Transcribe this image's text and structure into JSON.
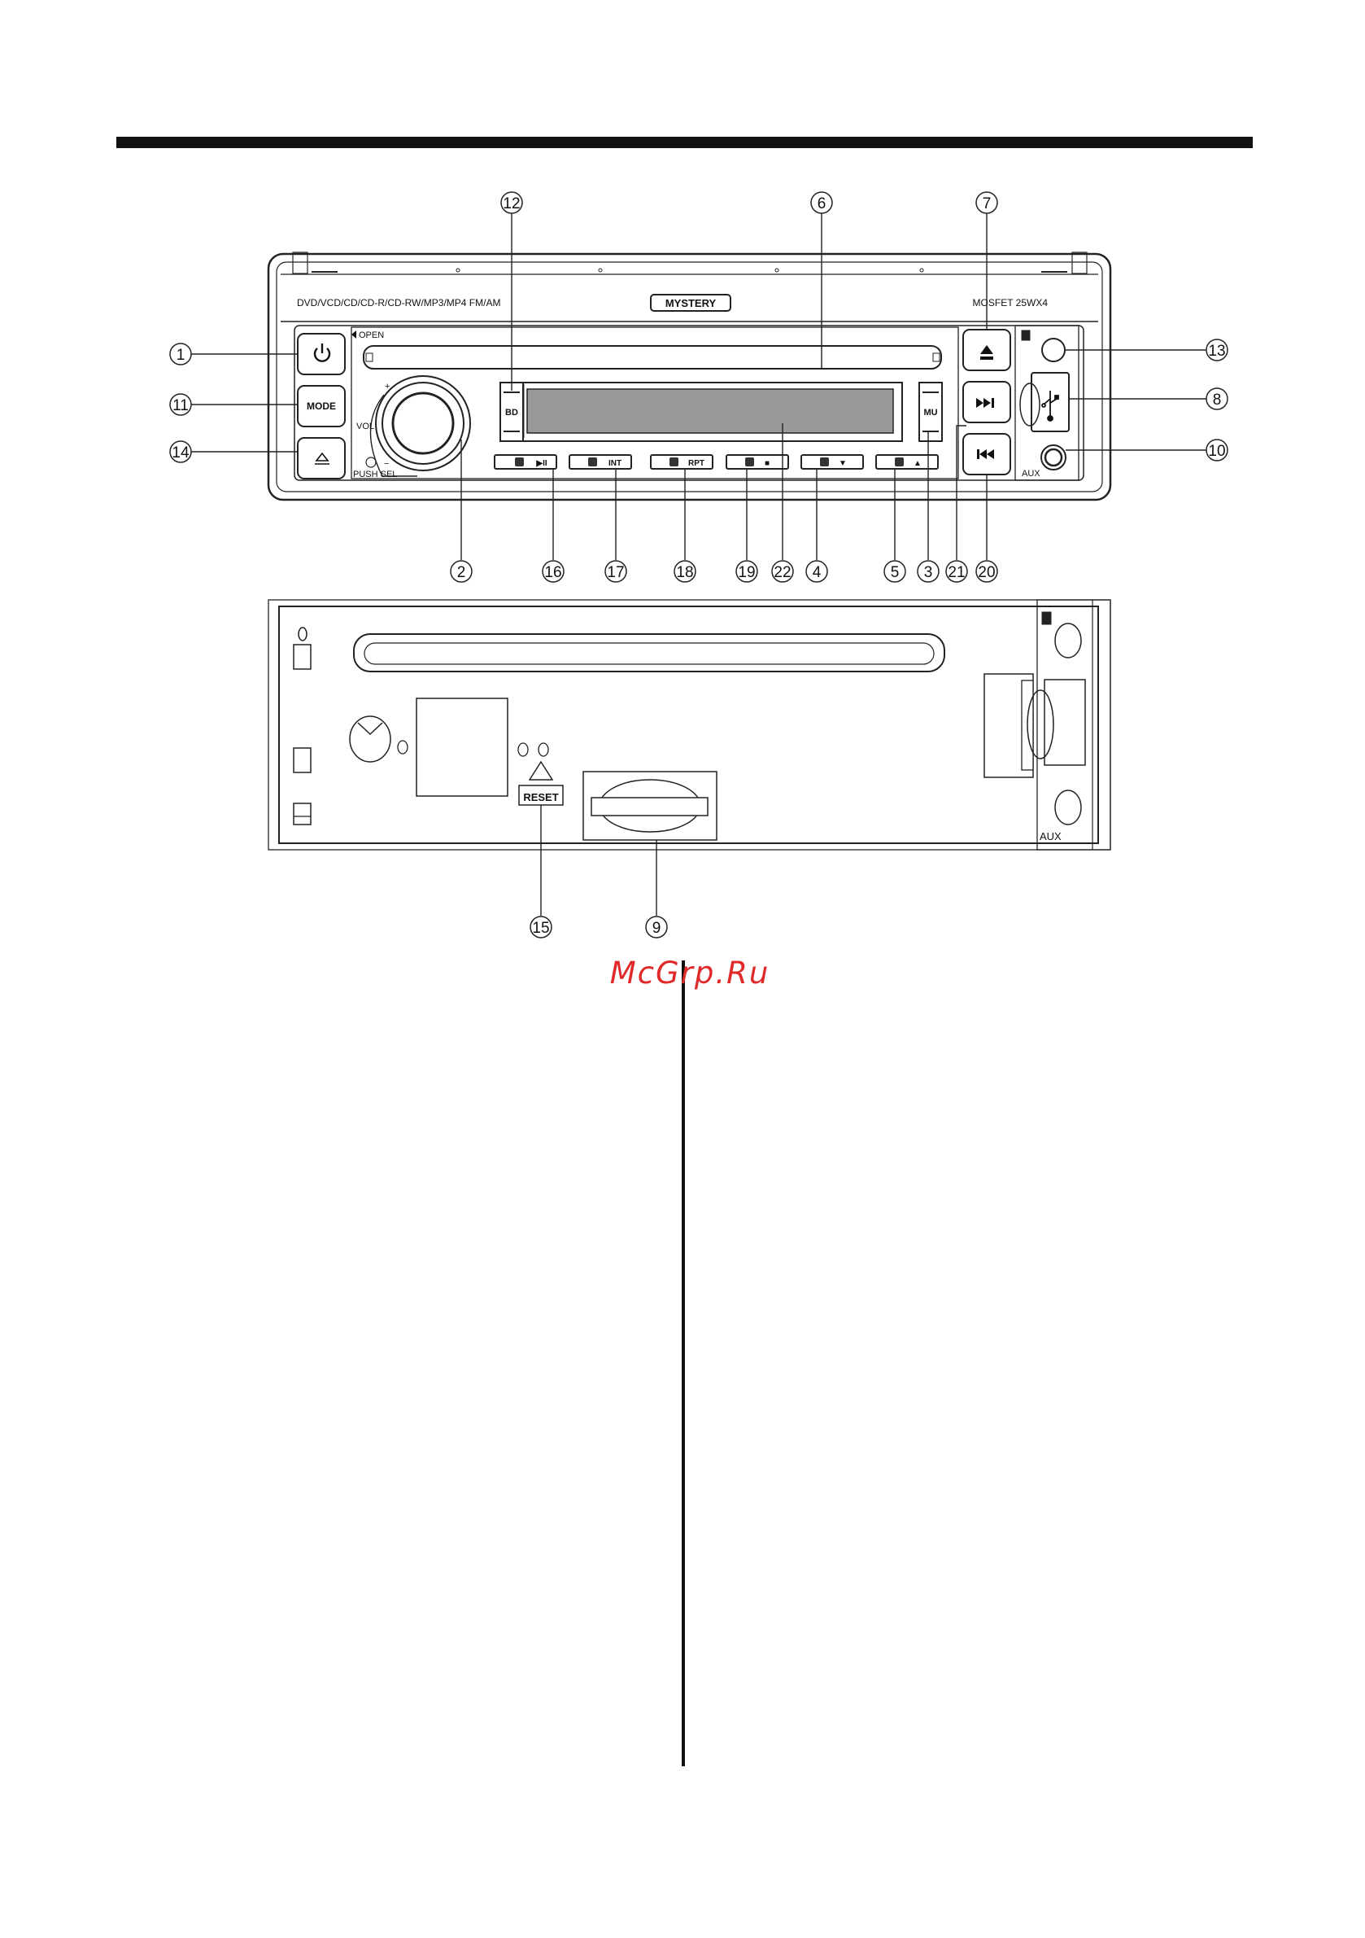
{
  "front_panel": {
    "format_text": "DVD/VCD/CD/CD-R/CD-RW/MP3/MP4 FM/AM",
    "brand": "MYSTERY",
    "power_text": "MOSFET 25WX4",
    "open_label": "OPEN",
    "mode_label": "MODE",
    "vol_label": "VOL",
    "vol_plus": "+",
    "vol_minus": "−",
    "push_sel_label": "PUSH SEL",
    "bd_label": "BD",
    "mu_label": "MU",
    "aux_label": "AUX",
    "bottom_buttons": [
      {
        "glyph": "▶II"
      },
      {
        "glyph": "INT"
      },
      {
        "glyph": "RPT"
      },
      {
        "glyph": "■"
      },
      {
        "glyph": "▼"
      },
      {
        "glyph": "▲"
      }
    ]
  },
  "rear_panel": {
    "reset_label": "RESET",
    "aux_label": "AUX"
  },
  "callouts": {
    "c1": "1",
    "c2": "2",
    "c3": "3",
    "c4": "4",
    "c5": "5",
    "c6": "6",
    "c7": "7",
    "c8": "8",
    "c9": "9",
    "c10": "10",
    "c11": "11",
    "c12": "12",
    "c13": "13",
    "c14": "14",
    "c15": "15",
    "c16": "16",
    "c17": "17",
    "c18": "18",
    "c19": "19",
    "c20": "20",
    "c21": "21",
    "c22": "22"
  },
  "watermark": "McGrp.Ru"
}
